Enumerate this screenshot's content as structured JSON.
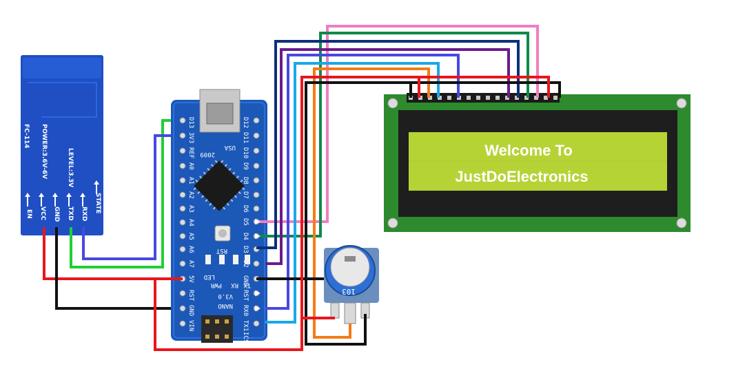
{
  "bluetooth": {
    "model": "FC-114",
    "power": "POWER:3.6V-6V",
    "level": "LEVEL:3.3V",
    "pins": [
      "EN",
      "VCC",
      "GND",
      "TXD",
      "RXD",
      "STATE"
    ]
  },
  "nano": {
    "left_pins": [
      "D13",
      "3V3",
      "REF",
      "A0",
      "A1",
      "A2",
      "A3",
      "A4",
      "A5",
      "A6",
      "A7",
      "5V",
      "RST",
      "GND",
      "VIN"
    ],
    "right_pins": [
      "D12",
      "D11",
      "D10",
      "D9",
      "D8",
      "D7",
      "D6",
      "D5",
      "D4",
      "D3",
      "D2",
      "GND",
      "RST",
      "RX0",
      "TX1"
    ],
    "board_label": "NANO",
    "version": "V3.0",
    "year": "2009",
    "usa": "USA",
    "rst_button": "RST",
    "leds": [
      "LED",
      "PWR",
      "RX",
      "TX"
    ],
    "icsp": "ICSP"
  },
  "potentiometer": {
    "marking": "103"
  },
  "lcd": {
    "line1": "Welcome To",
    "line2": "JustDoElectronics",
    "backlight_color": "#b6d336",
    "pcb_color": "#2d8a2d"
  },
  "wire_colors": {
    "red": "#e8161c",
    "black": "#111111",
    "green": "#1fcf35",
    "blue": "#4848e0",
    "navy": "#0b2f7a",
    "purple": "#6a1b8a",
    "pink": "#f07ec0",
    "cyan": "#1aa7e8",
    "orange": "#f47c16",
    "darkgreen": "#0e8a4a"
  }
}
